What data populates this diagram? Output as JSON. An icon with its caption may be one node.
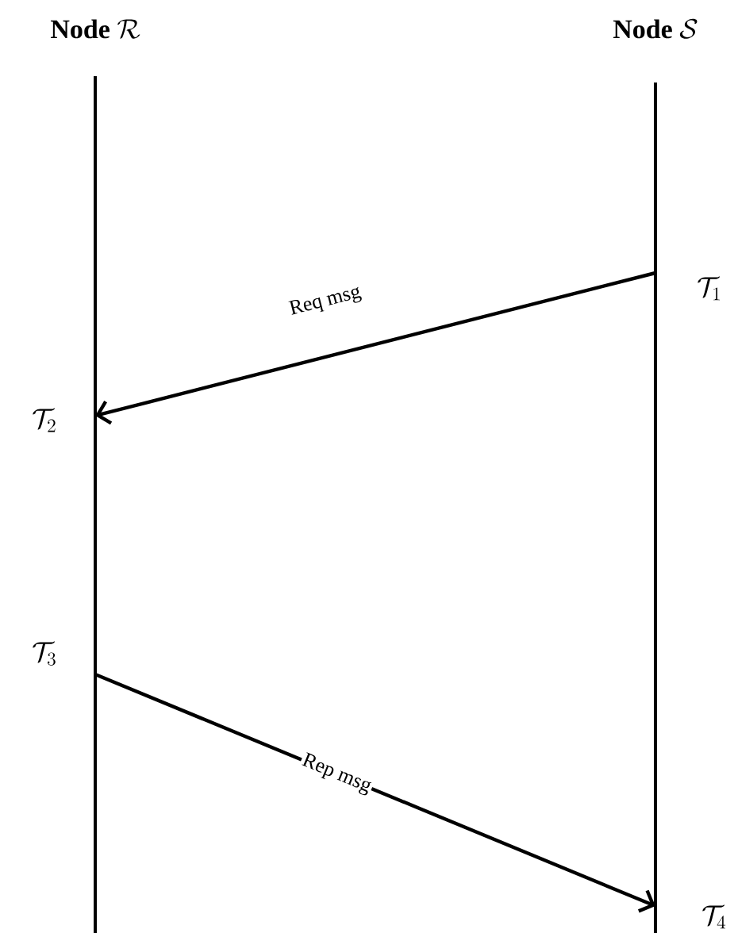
{
  "diagram": {
    "nodes": [
      {
        "text": [
          "\\textbf{Node}\\ \\mathcal{R}"
        ]
      },
      {
        "text": [
          "\\textbf{Node}\\ \\mathcal{S}"
        ]
      }
    ],
    "edges": [
      {
        "from": 1,
        "to": 0,
        "arrow": "to",
        "label": "Req msg"
      },
      {
        "from": 0,
        "to": 1,
        "arrow": "to",
        "label": "Rep msg"
      }
    ],
    "labels": [
      "\\mathcal{T}_1",
      "\\mathcal{T}_2",
      "\\mathcal{T}_3",
      "\\mathcal{T}_4"
    ]
  }
}
